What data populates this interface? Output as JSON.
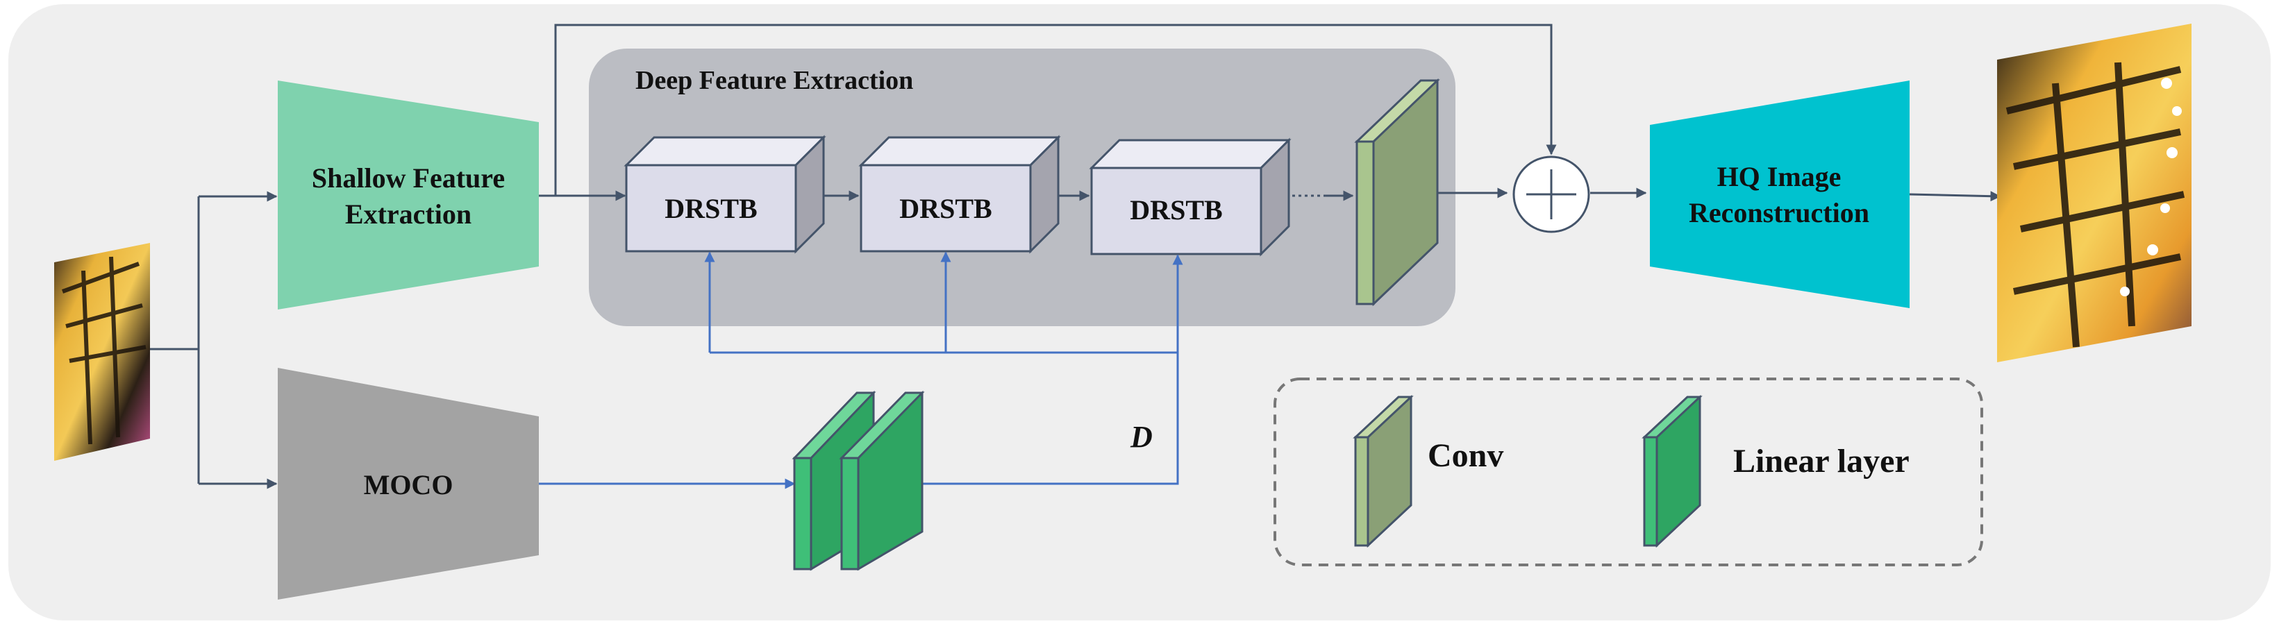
{
  "title": "Deep Feature Extraction",
  "blocks": {
    "shallow": [
      "Shallow Feature",
      "Extraction"
    ],
    "moco": "MOCO",
    "drstb_1": "DRSTB",
    "drstb_2": "DRSTB",
    "drstb_3": "DRSTB",
    "hq": [
      "HQ Image",
      "Reconstruction"
    ],
    "d_label": "D"
  },
  "legend": {
    "conv": "Conv",
    "linear": "Linear layer"
  },
  "colors": {
    "canvas_bg": "#efefef",
    "deep_panel": "#bbbdc3",
    "shallow_fill": "#7fd2ae",
    "moco_fill": "#a3a3a3",
    "hq_fill": "#00c2cf",
    "drstb_face": "#dcdcea",
    "conv_face": "#8aa076",
    "linear_face": "#2ea562",
    "arrow_dark": "#44546a",
    "arrow_blue": "#4472c4"
  }
}
